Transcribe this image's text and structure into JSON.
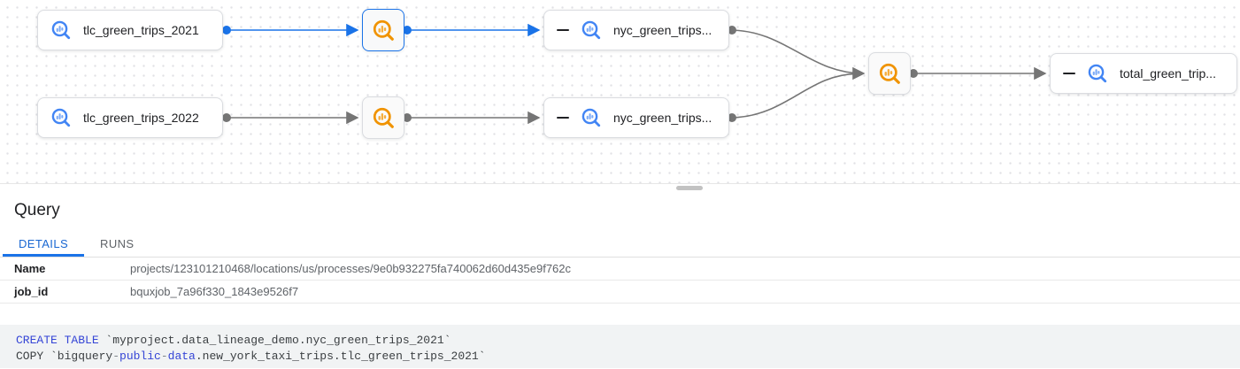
{
  "graph": {
    "table_nodes": [
      {
        "label": "tlc_green_trips_2021"
      },
      {
        "label": "tlc_green_trips_2022"
      },
      {
        "label": "nyc_green_trips..."
      },
      {
        "label": "nyc_green_trips..."
      },
      {
        "label": "total_green_trip..."
      }
    ],
    "edge_colors": {
      "selected_path": "#1a73e8",
      "default": "#757575"
    }
  },
  "panel": {
    "title": "Query",
    "tabs": [
      {
        "label": "DETAILS"
      },
      {
        "label": "RUNS"
      }
    ],
    "details_rows": [
      {
        "label": "Name",
        "value": "projects/123101210468/locations/us/processes/9e0b932275fa740062d60d435e9f762c"
      },
      {
        "label": "job_id",
        "value": "bquxjob_7a96f330_1843e9526f7"
      }
    ],
    "sql": {
      "lines": [
        {
          "tokens": [
            {
              "text": "CREATE TABLE",
              "type": "keyword"
            },
            {
              "text": " `myproject.data_lineage_demo.nyc_green_trips_2021`",
              "type": "plain"
            }
          ]
        },
        {
          "tokens": [
            {
              "text": "COPY `bigquery",
              "type": "plain"
            },
            {
              "text": "-",
              "type": "punct"
            },
            {
              "text": "public",
              "type": "keyword"
            },
            {
              "text": "-",
              "type": "punct"
            },
            {
              "text": "data",
              "type": "keyword"
            },
            {
              "text": ".new_york_taxi_trips.tlc_green_trips_2021`",
              "type": "plain"
            }
          ]
        }
      ],
      "keyword_color": "#3545d6",
      "plain_color": "#3c4043"
    }
  },
  "colors": {
    "accent_blue": "#1a73e8",
    "table_icon_blue": "#4285f4",
    "process_icon_orange": "#f09300"
  }
}
